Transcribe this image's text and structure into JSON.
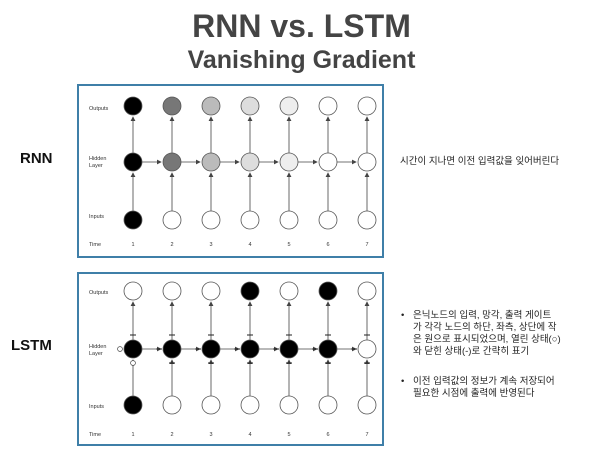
{
  "title": "RNN vs. LSTM",
  "subtitle": "Vanishing Gradient",
  "rnn": {
    "label": "RNN",
    "row_labels": {
      "outputs": "Outputs",
      "hidden_1": "Hidden",
      "hidden_2": "Layer",
      "inputs": "Inputs",
      "time": "Time"
    },
    "times": [
      "1",
      "2",
      "3",
      "4",
      "5",
      "6",
      "7"
    ],
    "shades": [
      "#000000",
      "#777777",
      "#bbbbbb",
      "#dddddd",
      "#eeeeee",
      "#ffffff",
      "#ffffff"
    ],
    "input_filled": [
      true,
      false,
      false,
      false,
      false,
      false,
      false
    ],
    "description": "시간이 지나면 이전 입력값을 잊어버린다"
  },
  "lstm": {
    "label": "LSTM",
    "row_labels": {
      "outputs": "Outputs",
      "hidden_1": "Hidden",
      "hidden_2": "Layer",
      "inputs": "Inputs",
      "time": "Time"
    },
    "times": [
      "1",
      "2",
      "3",
      "4",
      "5",
      "6",
      "7"
    ],
    "output_filled": [
      false,
      false,
      false,
      true,
      false,
      true,
      false
    ],
    "hidden_filled": [
      true,
      true,
      true,
      true,
      true,
      true,
      false
    ],
    "input_filled": [
      true,
      false,
      false,
      false,
      false,
      false,
      false
    ],
    "gate_above": [
      "dash",
      "dash",
      "dash",
      "dash",
      "dash",
      "dash",
      "dash"
    ],
    "gate_below": [
      "circle",
      "dash",
      "dash",
      "dash",
      "dash",
      "dash",
      "dash"
    ],
    "gate_left": [
      "circle",
      "dash",
      "dash",
      "dash",
      "dash",
      "dash",
      "dash"
    ],
    "bullets": [
      [
        "은닉노드의 입력, 망각, 출력 게이트",
        "가 각각 노드의 하단, 좌측, 상단에 작",
        "은 원으로 표시되었으며, 열린 상태(○)",
        "와 닫힌 상태(-)로 간략히 표기"
      ],
      [
        "이전 입력값의 정보가 계속 저장되어",
        "필요한 시점에 출력에 반영된다"
      ]
    ],
    "bullet_symbol": "•"
  }
}
